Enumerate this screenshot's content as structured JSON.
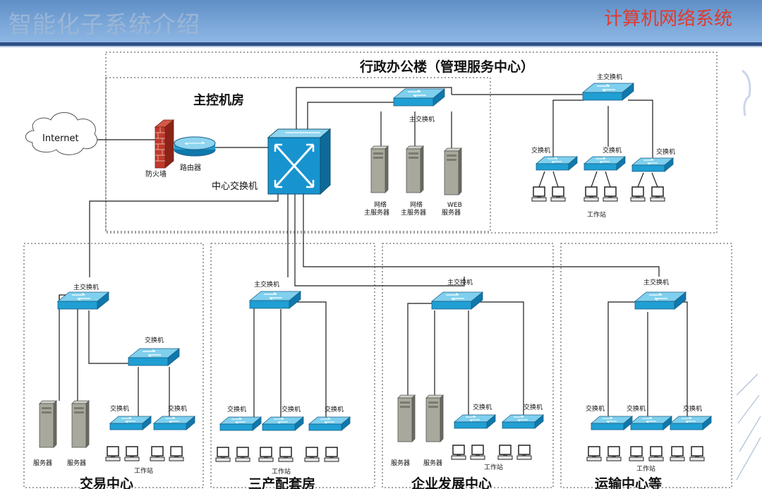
{
  "slide": {
    "title": "智能化子系统介绍",
    "subtitle": "计算机网络系统"
  },
  "zones": {
    "admin_building": "行政办公楼（管理服务中心）",
    "main_control_room": "主控机房",
    "trading_center": "交易中心",
    "tertiary_facilities": "三产配套房",
    "enterprise_dev_center": "企业发展中心",
    "transport_center": "运输中心等"
  },
  "nodes": {
    "internet": "Internet",
    "firewall": "防火墙",
    "router": "路由器",
    "core_switch": "中心交换机",
    "main_switch": "主交换机",
    "switch": "交换机",
    "network_server": "网络\n主服务器",
    "web_server": "WEB\n服务器",
    "server": "服务器",
    "workstation": "工作站"
  },
  "colors": {
    "switch_face": "#1f9fd3",
    "switch_top": "#7fd0ee",
    "core_front": "#1794cf",
    "firewall": "#c0392b",
    "header": "#6f9ad0"
  }
}
